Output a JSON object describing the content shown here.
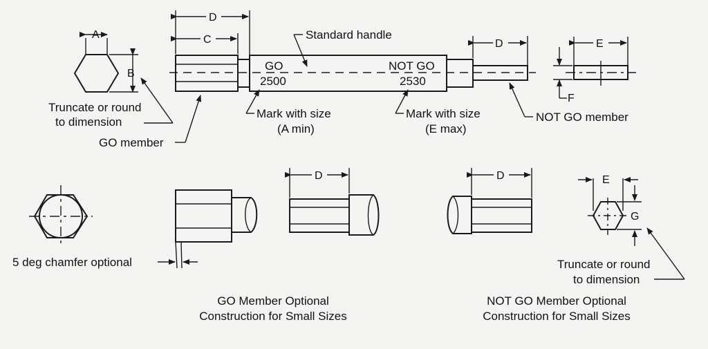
{
  "dims": {
    "a": "A",
    "b": "B",
    "c": "C",
    "d": "D",
    "e": "E",
    "f": "F",
    "g": "G"
  },
  "labels": {
    "standard_handle": "Standard handle",
    "go_mark": "GO",
    "go_size": "2500",
    "not_go_mark": "NOT GO",
    "not_go_size": "2530",
    "truncate_line1": "Truncate or round",
    "truncate_line2": "to dimension",
    "go_member": "GO member",
    "mark_with_size": "Mark with size",
    "a_min": "(A min)",
    "e_max": "(E max)",
    "not_go_member": "NOT GO member",
    "chamfer": "5 deg chamfer optional",
    "go_optional_line1": "GO Member Optional",
    "go_optional_line2": "Construction for Small Sizes",
    "not_go_optional_line1": "NOT GO Member Optional",
    "not_go_optional_line2": "Construction for Small Sizes"
  }
}
